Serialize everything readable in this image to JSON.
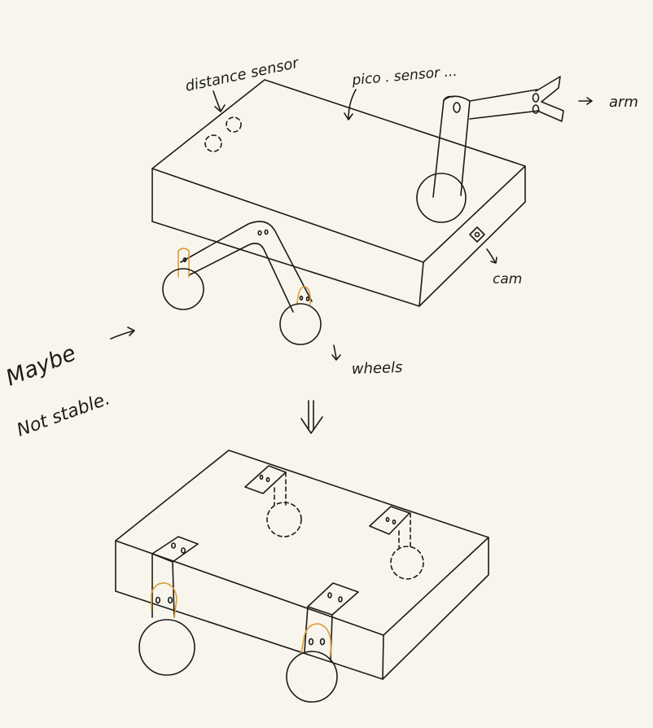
{
  "annotations": {
    "distance_sensor": "distance sensor",
    "pico_sensor": "pico . sensor ...",
    "arm": "arm",
    "cam": "cam",
    "wheels": "wheels",
    "maybe": "Maybe",
    "not_stable": "Not stable."
  }
}
